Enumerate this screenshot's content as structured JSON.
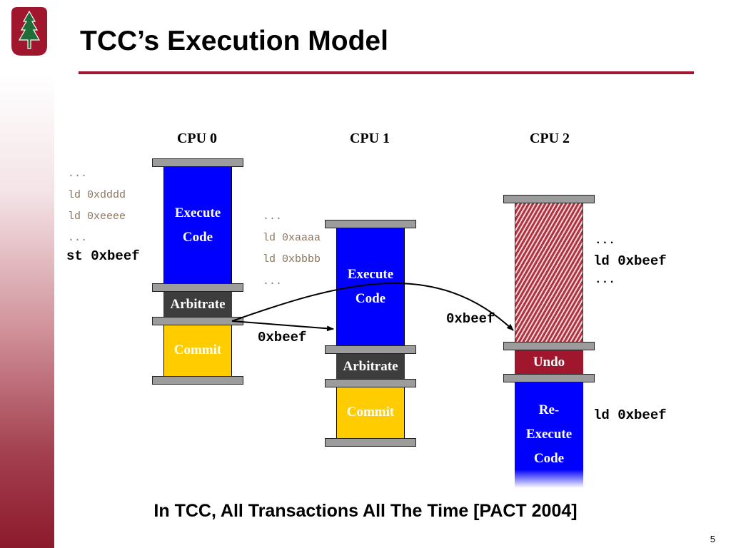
{
  "slide": {
    "title": "TCC’s Execution Model",
    "caption": "In TCC, All Transactions All The Time [PACT 2004]",
    "page_number": "5"
  },
  "logo": {
    "icon": "stanford-tree-logo-icon",
    "color": "#a0162c"
  },
  "colors": {
    "accent": "#a0162c",
    "execute": "#0000ff",
    "arbitrate": "#3d3d3d",
    "commit": "#ffcc00",
    "undo": "#a0162c",
    "code_gray": "#8a7560"
  },
  "cpus": [
    {
      "label": "CPU 0",
      "execute": [
        "Execute",
        "Code"
      ],
      "arbitrate": "Arbitrate",
      "commit": "Commit",
      "code": [
        "...",
        "ld 0xdddd",
        "ld 0xeeee",
        "..."
      ],
      "store": "st 0xbeef"
    },
    {
      "label": "CPU 1",
      "execute": [
        "Execute",
        "Code"
      ],
      "arbitrate": "Arbitrate",
      "commit": "Commit",
      "code": [
        "...",
        "ld 0xaaaa",
        "ld 0xbbbb",
        "..."
      ],
      "incoming": "0xbeef"
    },
    {
      "label": "CPU 2",
      "undo": "Undo",
      "reexecute": [
        "Re-",
        "Execute",
        "Code"
      ],
      "code_top": [
        "...",
        "ld 0xbeef",
        "..."
      ],
      "incoming": "0xbeef",
      "code_bottom": "ld 0xbeef"
    }
  ]
}
